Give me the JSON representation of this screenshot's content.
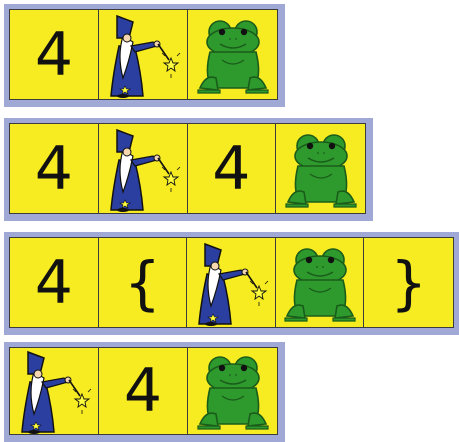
{
  "rows": [
    {
      "cells": [
        {
          "type": "text",
          "text": "4"
        },
        {
          "type": "wizard"
        },
        {
          "type": "frog"
        }
      ]
    },
    {
      "cells": [
        {
          "type": "text",
          "text": "4"
        },
        {
          "type": "wizard"
        },
        {
          "type": "text",
          "text": "4"
        },
        {
          "type": "frog"
        }
      ]
    },
    {
      "cells": [
        {
          "type": "text",
          "text": "4"
        },
        {
          "type": "brace",
          "text": "{"
        },
        {
          "type": "wizard"
        },
        {
          "type": "frog"
        },
        {
          "type": "brace",
          "text": "}"
        }
      ]
    },
    {
      "cells": [
        {
          "type": "wizard"
        },
        {
          "type": "text",
          "text": "4"
        },
        {
          "type": "frog"
        }
      ]
    }
  ],
  "colors": {
    "tile": "#f7ec21",
    "frame": "#a0a9d6",
    "frog": "#2e9a2e",
    "robe": "#2b3fa0"
  },
  "icons": {
    "wizard": "wizard-icon",
    "frog": "frog-icon"
  }
}
